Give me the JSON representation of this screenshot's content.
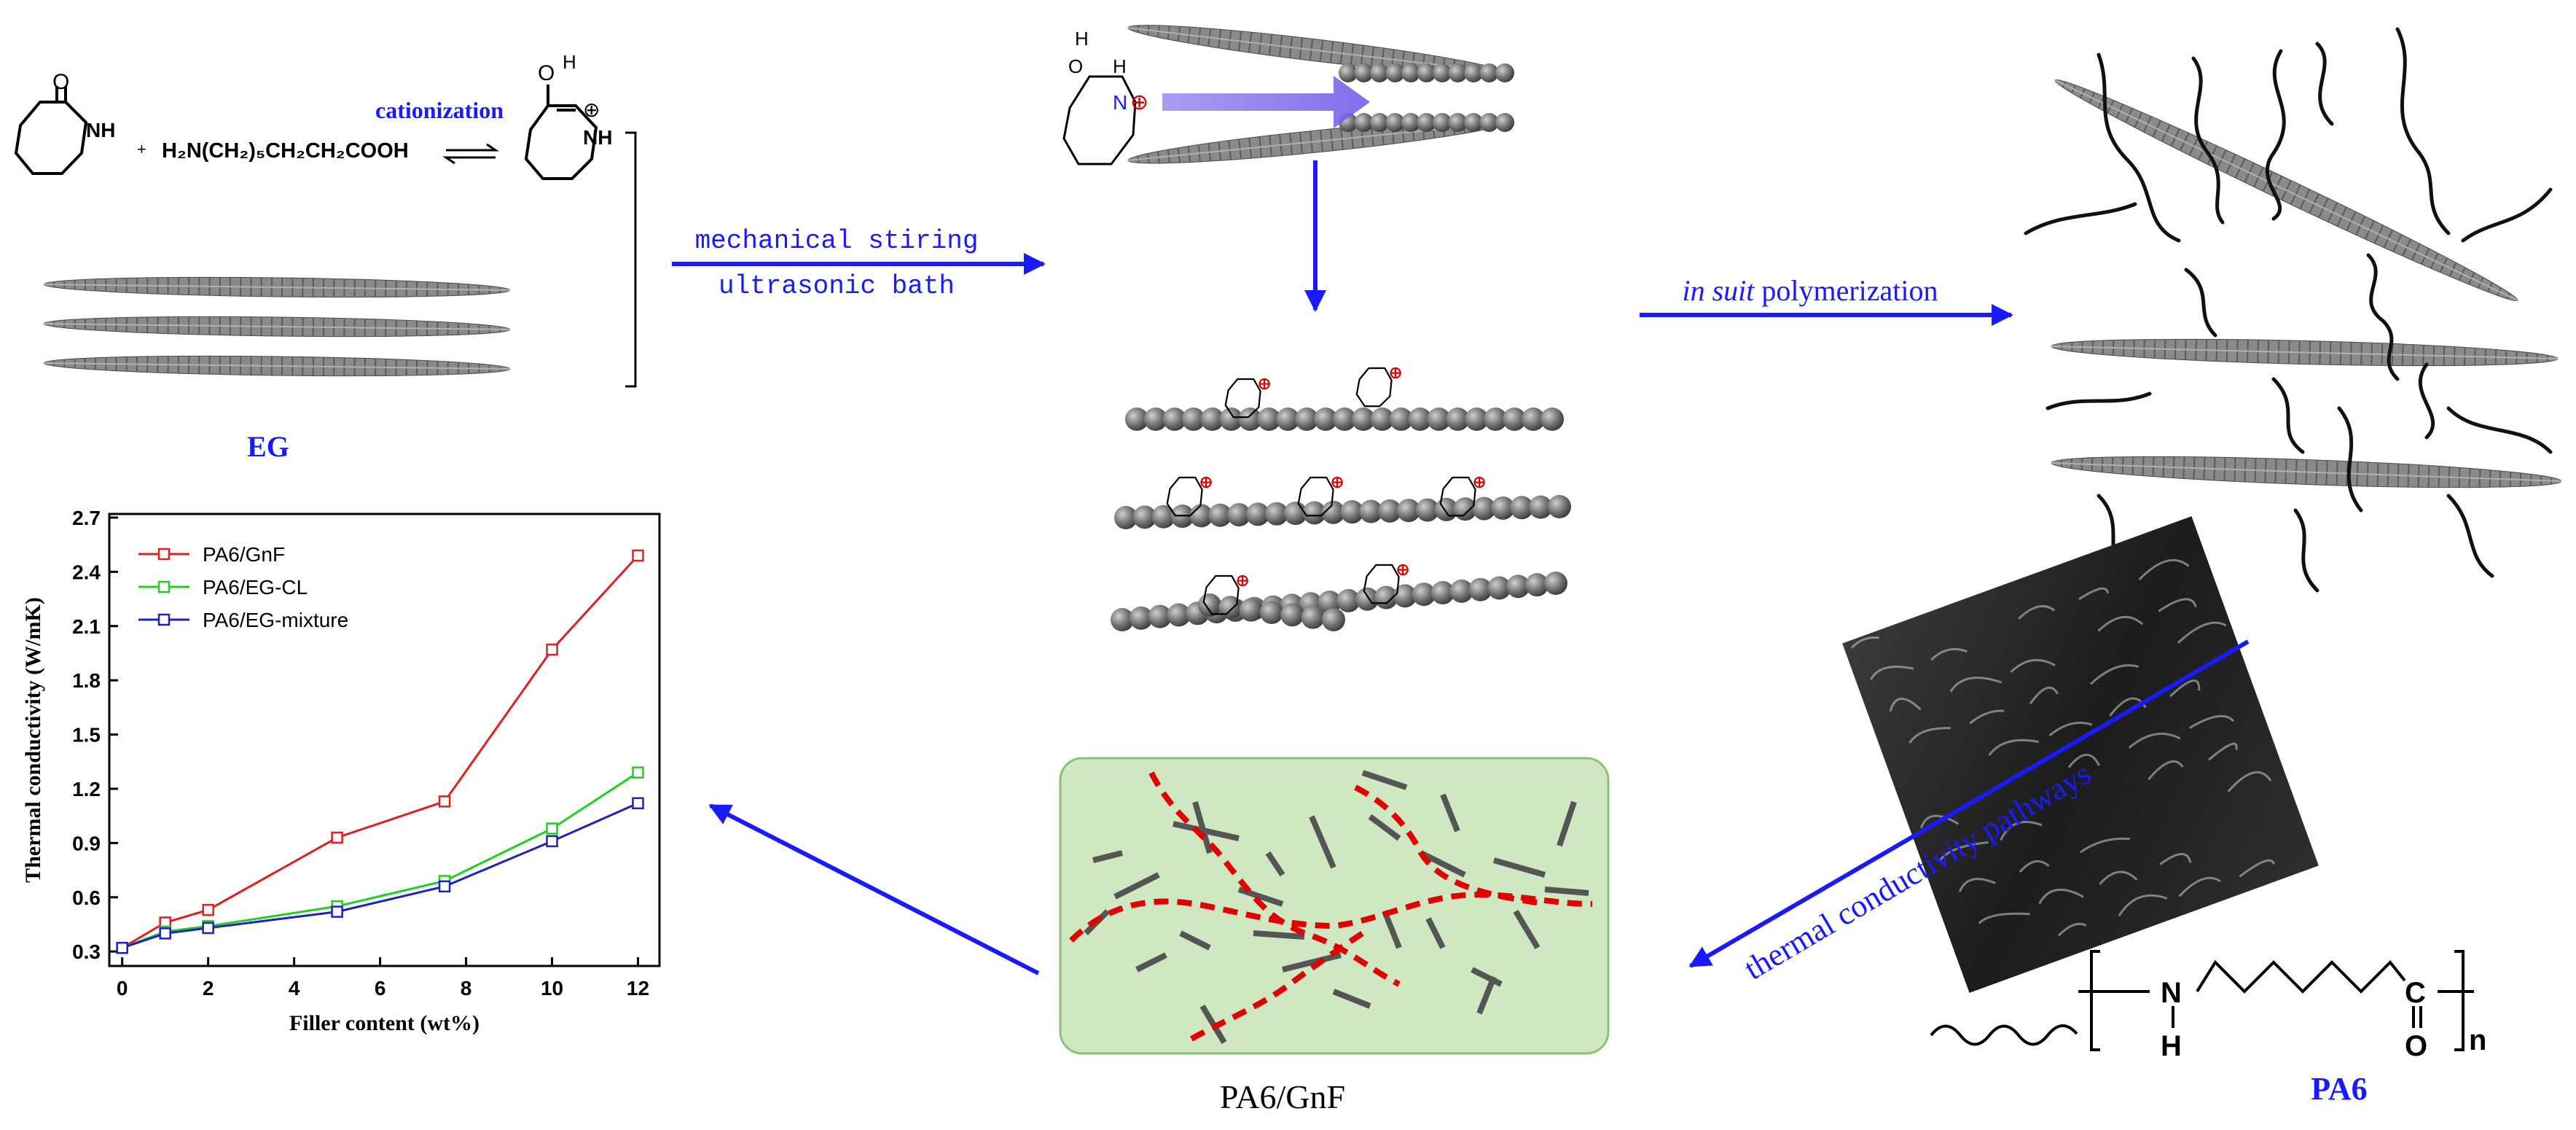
{
  "colors": {
    "arrow": "#1a1aff",
    "label_blue": "#1a1aff",
    "sheet": "#7a7a7a",
    "chain": "#111111",
    "gnf_box_fill": "#cfe8c2",
    "gnf_box_stroke": "#8cc07a",
    "gnf_path": "#e00000",
    "series_gnf": "#e02020",
    "series_egcl": "#20d020",
    "series_egmix": "#2020c0"
  },
  "reaction": {
    "nh": "NH",
    "o": "O",
    "plus": "+",
    "amino_acid": "H₂N(CH₂)₅CH₂CH₂COOH",
    "cationization": "cationization",
    "cation_o": "O",
    "cation_h": "H",
    "cation_nh": "NH",
    "cation_charge": "⊕"
  },
  "eg_label": "EG",
  "step1": {
    "line1": "mechanical stiring",
    "line2": "ultrasonic bath"
  },
  "intercalation": {
    "h": "H",
    "o": "O",
    "n": "N",
    "h2": "H",
    "charge": "⊕"
  },
  "step2": {
    "italic": "in suit",
    "rest": " polymerization"
  },
  "step3": "thermal conductivity pathways",
  "pa6_label": "PA6",
  "pa6_unit": {
    "n": "N",
    "h": "H",
    "c": "C",
    "o": "O",
    "sub": "n"
  },
  "gnf_label": "PA6/GnF",
  "chart_data": {
    "type": "line",
    "xlabel": "Filler content (wt%)",
    "ylabel": "Thermal conductivity (W/mK)",
    "x": [
      0,
      1,
      2,
      5,
      7.5,
      10,
      12
    ],
    "xlim": [
      -0.3,
      12.5
    ],
    "ylim": [
      0.22,
      2.72
    ],
    "xticks": [
      "0",
      "2",
      "4",
      "6",
      "8",
      "10",
      "12"
    ],
    "yticks": [
      "0.3",
      "0.6",
      "0.9",
      "1.2",
      "1.5",
      "1.8",
      "2.1",
      "2.4",
      "2.7"
    ],
    "legend_position": "top-left",
    "series": [
      {
        "name": "PA6/GnF",
        "color": "#e02020",
        "values": [
          0.32,
          0.46,
          0.53,
          0.93,
          1.13,
          1.97,
          2.49
        ]
      },
      {
        "name": "PA6/EG-CL",
        "color": "#20d020",
        "values": [
          0.32,
          0.41,
          0.44,
          0.55,
          0.69,
          0.98,
          1.29
        ]
      },
      {
        "name": "PA6/EG-mixture",
        "color": "#2020c0",
        "values": [
          0.32,
          0.4,
          0.43,
          0.52,
          0.66,
          0.91,
          1.12
        ]
      }
    ]
  }
}
